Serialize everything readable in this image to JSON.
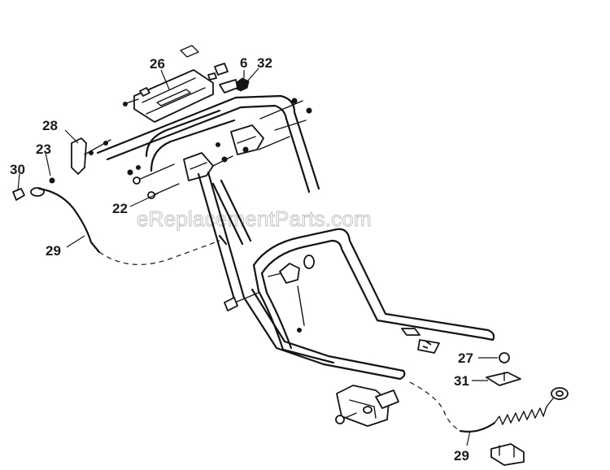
{
  "watermark": "eReplacementParts.com",
  "callouts": {
    "c26": "26",
    "c6": "6",
    "c32": "32",
    "c28": "28",
    "c23": "23",
    "c30": "30",
    "c22": "22",
    "c29_left": "29",
    "c27": "27",
    "c31": "31",
    "c29_right": "29"
  }
}
